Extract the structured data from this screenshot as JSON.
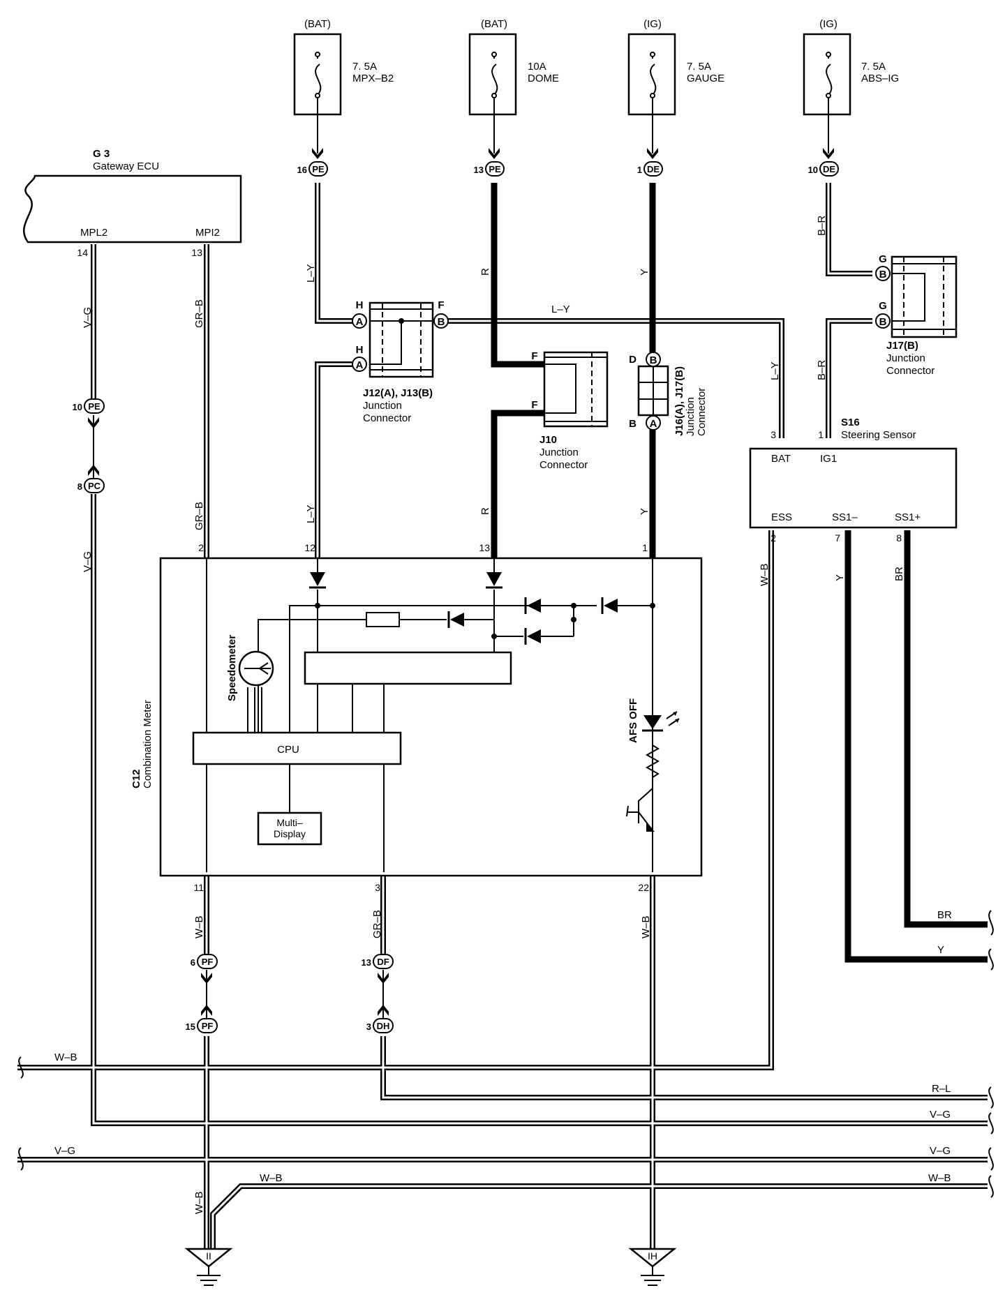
{
  "fuses": [
    {
      "source": "(BAT)",
      "rating": "7. 5A",
      "name": "MPX–B2"
    },
    {
      "source": "(BAT)",
      "rating": "10A",
      "name": "DOME"
    },
    {
      "source": "(IG)",
      "rating": "7. 5A",
      "name": "GAUGE"
    },
    {
      "source": "(IG)",
      "rating": "7. 5A",
      "name": "ABS–IG"
    }
  ],
  "fuse_connectors": [
    {
      "pin": "16",
      "code": "PE"
    },
    {
      "pin": "13",
      "code": "PE"
    },
    {
      "pin": "1",
      "code": "DE"
    },
    {
      "pin": "10",
      "code": "DE"
    }
  ],
  "gateway": {
    "id": "G 3",
    "name": "Gateway ECU",
    "pin_left": "MPL2",
    "pin_right": "MPI2",
    "pin_left_no": "14",
    "pin_right_no": "13"
  },
  "j12": {
    "id": "J12(A), J13(B)",
    "name1": "Junction",
    "name2": "Connector",
    "pin_h1": "H",
    "pin_h2": "H",
    "pin_f": "F",
    "letter_a": "A",
    "letter_b": "B"
  },
  "j10": {
    "id": "J10",
    "name1": "Junction",
    "name2": "Connector",
    "pin_f1": "F",
    "pin_f2": "F"
  },
  "j16": {
    "id": "J16(A), J17(B)",
    "name1": "Junction",
    "name2": "Connector",
    "pin_d": "D",
    "pin_b": "B",
    "letter_a": "A",
    "letter_b": "B"
  },
  "j17": {
    "id": "J17(B)",
    "name1": "Junction",
    "name2": "Connector",
    "pin_g1": "G",
    "pin_g2": "G",
    "letter_b": "B"
  },
  "steering": {
    "id": "S16",
    "name": "Steering Sensor",
    "pin_bat": "BAT",
    "pin_ig1": "IG1",
    "pin_ess": "ESS",
    "pin_ss1m": "SS1–",
    "pin_ss1p": "SS1+",
    "no_bat": "3",
    "no_ig1": "1",
    "no_ess": "2",
    "no_ss1m": "7",
    "no_ss1p": "8"
  },
  "meter": {
    "id": "C12",
    "name": "Combination Meter",
    "speedometer": "Speedometer",
    "cpu": "CPU",
    "multi1": "Multi–",
    "multi2": "Display",
    "afs": "AFS OFF",
    "pin2": "2",
    "pin12": "12",
    "pin13": "13",
    "pin1": "1",
    "pin11": "11",
    "pin3": "3",
    "pin22": "22"
  },
  "wire_colors": {
    "vg": "V–G",
    "grb": "GR–B",
    "ly": "L–Y",
    "r": "R",
    "y": "Y",
    "br2": "B–R",
    "wb": "W–B",
    "br": "BR",
    "rl": "R–L"
  },
  "inline_connectors": [
    {
      "pin": "10",
      "code": "PE"
    },
    {
      "pin": "8",
      "code": "PC"
    },
    {
      "pin": "6",
      "code": "PF"
    },
    {
      "pin": "15",
      "code": "PF"
    },
    {
      "pin": "13",
      "code": "DF"
    },
    {
      "pin": "3",
      "code": "DH"
    }
  ],
  "grounds": [
    {
      "code": "II"
    },
    {
      "code": "IH"
    }
  ]
}
